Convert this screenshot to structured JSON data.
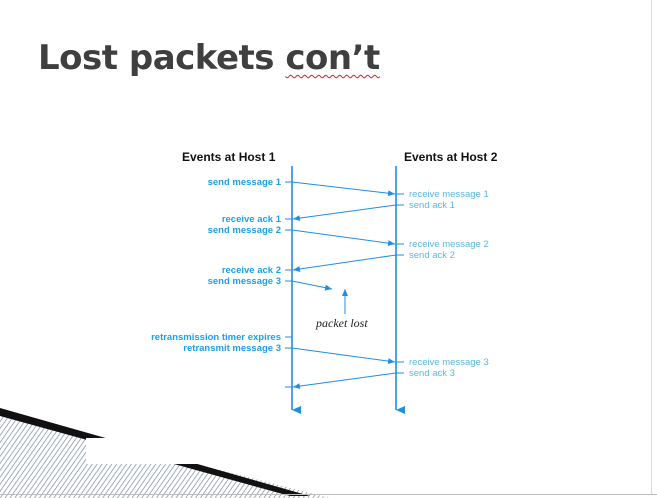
{
  "slide": {
    "title_main": "Lost packets",
    "title_misspelled": "con’t"
  },
  "diagram": {
    "host1_heading": "Events at Host 1",
    "host2_heading": "Events at Host 2",
    "host1_events": [
      "send message 1",
      "receive ack 1",
      "send message 2",
      "receive ack 2",
      "send message 3",
      "retransmission timer expires",
      "retransmit message 3"
    ],
    "host2_events": [
      "receive message 1",
      "send ack 1",
      "receive message 2",
      "send ack 2",
      "receive message 3",
      "send ack 3"
    ],
    "loss_annotation": "packet lost",
    "colors": {
      "timeline": "#1f8fe0",
      "host1_label": "#1da1ea",
      "host2_label": "#59b8e4",
      "title": "#3f3f3f"
    }
  }
}
